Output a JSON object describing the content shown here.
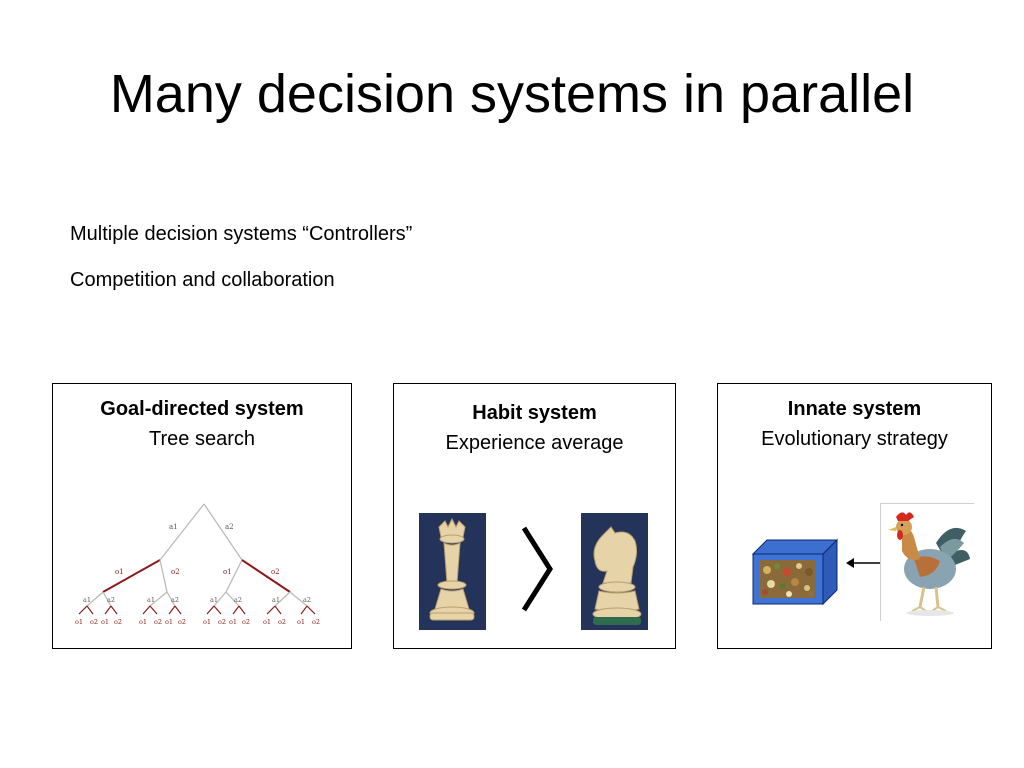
{
  "slide": {
    "title": "Many decision systems in parallel",
    "bullets": [
      "Multiple decision systems “Controllers”",
      "Competition and collaboration"
    ]
  },
  "panels": [
    {
      "heading": "Goal-directed system",
      "subtitle": "Tree search",
      "tree": {
        "root_actions": [
          "a1",
          "a2"
        ],
        "outcome_labels": [
          "o1",
          "o2"
        ],
        "action_labels": [
          "a1",
          "a2"
        ],
        "leaf_labels": [
          "o1",
          "o2",
          "o1",
          "o2",
          "o1",
          "o2",
          "o1",
          "o2",
          "o1",
          "o2",
          "o1",
          "o2",
          "o1",
          "o2",
          "o1",
          "o2"
        ],
        "colors": {
          "gray_branch": "#b8b8b8",
          "red_branch": "#8b1a1a"
        }
      }
    },
    {
      "heading": "Habit system",
      "subtitle": "Experience average",
      "images": [
        "chess-queen",
        "chess-knight"
      ],
      "comparison_symbol": "greater-than"
    },
    {
      "heading": "Innate system",
      "subtitle": "Evolutionary strategy",
      "images": [
        "food-box",
        "rooster"
      ],
      "arrow": "left-arrow"
    }
  ]
}
